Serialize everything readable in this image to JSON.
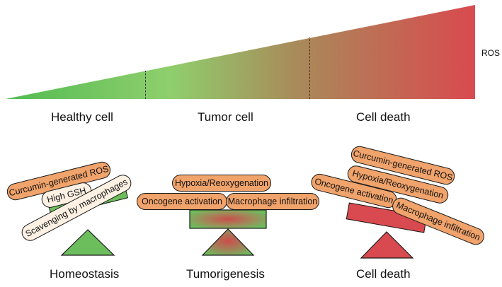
{
  "gradient": {
    "label": "ROS",
    "colors": {
      "start": "#5fc35a",
      "mid": "#8fcf6d",
      "end": "#d94a4f"
    }
  },
  "stages": {
    "healthy": "Healthy cell",
    "tumor": "Tumor cell",
    "death": "Cell death"
  },
  "panels": {
    "homeostasis": {
      "label": "Homeostasis",
      "factors": [
        "Curcumin-generated ROS",
        "High GSH",
        "Scavenging by macrophages"
      ]
    },
    "tumorigenesis": {
      "label": "Tumorigenesis",
      "factors": [
        "Hypoxia/Reoxygenation",
        "Oncogene activation",
        "Macrophage infiltration"
      ]
    },
    "cell_death": {
      "label": "Cell death",
      "factors": [
        "Curcumin-generated ROS",
        "Hypoxia/Reoxygenation",
        "Oncogene activation",
        "Macrophage infiltration"
      ]
    }
  },
  "colors": {
    "green": "#6cbe5c",
    "red": "#d84a4f",
    "pill_orange": "#f0a36b",
    "pill_light": "#fdf1e3"
  }
}
